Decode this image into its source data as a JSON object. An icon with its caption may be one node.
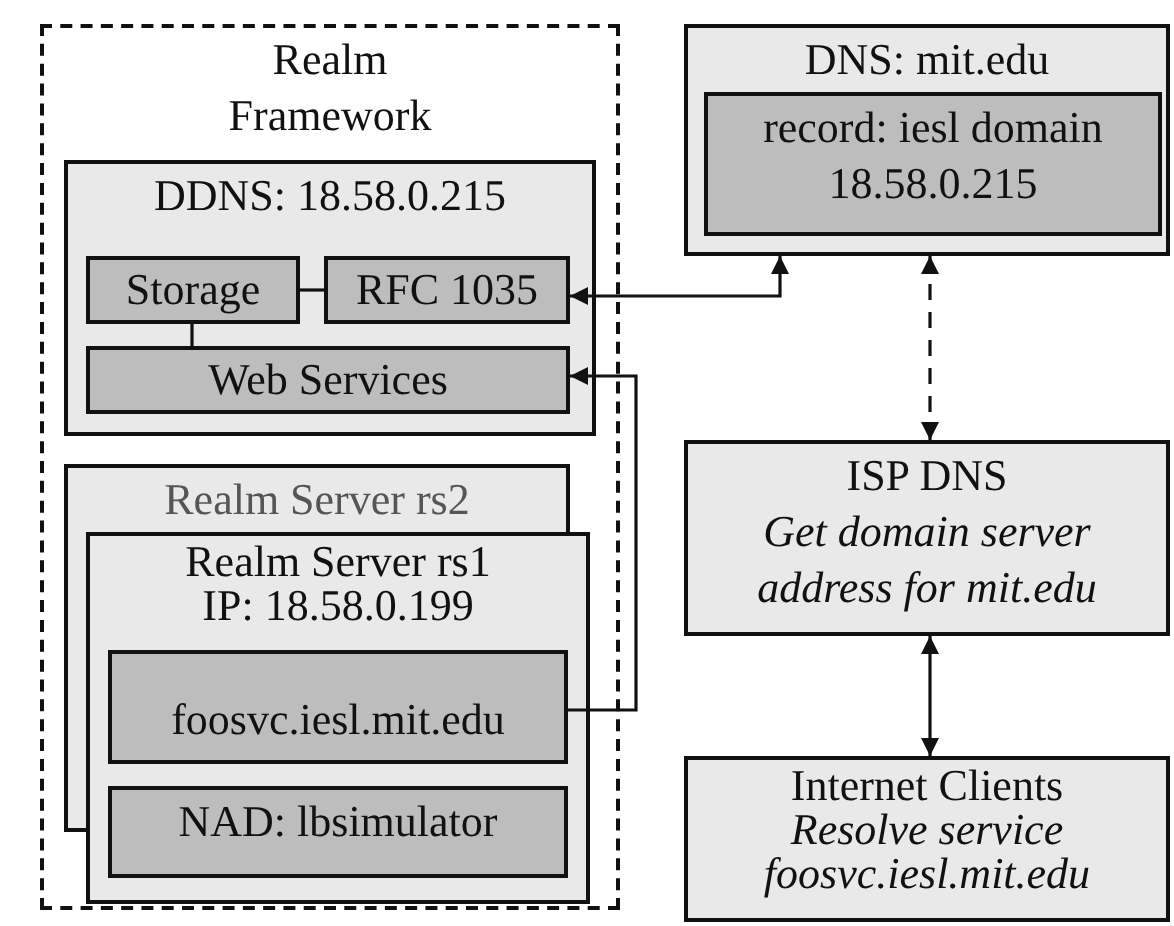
{
  "diagram": {
    "nodes": [
      {
        "text": [
          "Realm Framework"
        ]
      },
      {
        "text": [
          "DDNS: 18.58.0.215"
        ],
        "in": 0
      },
      {
        "text": [
          "Storage"
        ],
        "in": 1
      },
      {
        "text": [
          "RFC 1035"
        ],
        "in": 1
      },
      {
        "text": [
          "Web Services"
        ],
        "in": 1
      },
      {
        "text": [
          "Realm Server rs2"
        ],
        "in": 0
      },
      {
        "text": [
          "Realm Server rs1",
          "IP: 18.58.0.199"
        ],
        "in": 0
      },
      {
        "text": [
          "foosvc.iesl.mit.edu"
        ],
        "in": 6
      },
      {
        "text": [
          "NAD: lbsimulator"
        ],
        "in": 6
      },
      {
        "text": [
          "DNS: mit.edu"
        ]
      },
      {
        "text": [
          "record: iesl domain",
          "18.58.0.215"
        ],
        "in": 9
      },
      {
        "text": [
          "ISP DNS",
          "Get domain server address for mit.edu"
        ]
      },
      {
        "text": [
          "Internet Clients",
          "Resolve service foosvc.iesl.mit.edu"
        ]
      }
    ],
    "edges": [
      {
        "from": 2,
        "to": 3,
        "arrow": "none"
      },
      {
        "from": 2,
        "to": 4,
        "arrow": "none"
      },
      {
        "from": 3,
        "to": 9,
        "arrow": "both"
      },
      {
        "from": 7,
        "to": 4,
        "arrow": "to"
      },
      {
        "from": 9,
        "to": 11,
        "arrow": "both",
        "style": "dashed"
      },
      {
        "from": 11,
        "to": 12,
        "arrow": "both"
      }
    ]
  }
}
